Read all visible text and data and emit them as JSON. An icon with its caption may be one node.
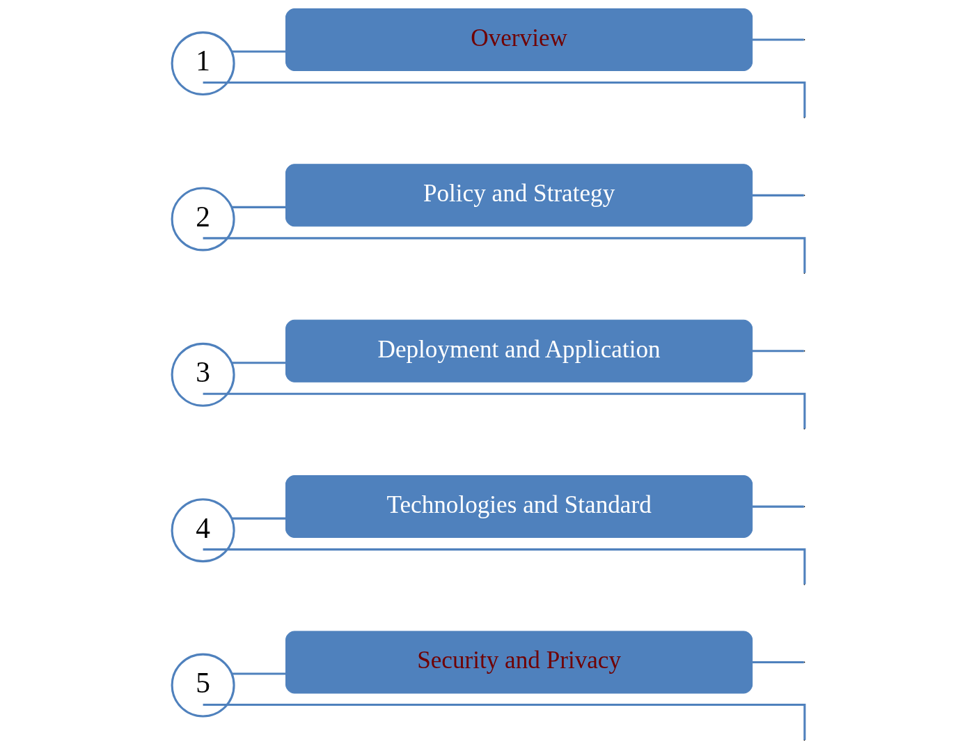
{
  "diagram": {
    "nodes": [
      {
        "text": [
          "1"
        ]
      },
      {
        "text": [
          "Overview"
        ]
      },
      {
        "text": [
          "2"
        ]
      },
      {
        "text": [
          "Policy and Strategy"
        ]
      },
      {
        "text": [
          "3"
        ]
      },
      {
        "text": [
          "Deployment and Application"
        ]
      },
      {
        "text": [
          "4"
        ]
      },
      {
        "text": [
          "Technologies and Standard"
        ]
      },
      {
        "text": [
          "5"
        ]
      },
      {
        "text": [
          "Security and Privacy"
        ]
      }
    ],
    "edges": [
      {
        "from": 0,
        "to": 1,
        "arrow": "none"
      },
      {
        "from": 1,
        "to": null,
        "arrow": "none"
      },
      {
        "from": 0,
        "to": null,
        "arrow": "none"
      },
      {
        "from": 2,
        "to": 3,
        "arrow": "none"
      },
      {
        "from": 3,
        "to": null,
        "arrow": "none"
      },
      {
        "from": 2,
        "to": null,
        "arrow": "none"
      },
      {
        "from": 4,
        "to": 5,
        "arrow": "none"
      },
      {
        "from": 5,
        "to": null,
        "arrow": "none"
      },
      {
        "from": 4,
        "to": null,
        "arrow": "none"
      },
      {
        "from": 6,
        "to": 7,
        "arrow": "none"
      },
      {
        "from": 7,
        "to": null,
        "arrow": "none"
      },
      {
        "from": 6,
        "to": null,
        "arrow": "none"
      },
      {
        "from": 8,
        "to": 9,
        "arrow": "none"
      },
      {
        "from": 9,
        "to": null,
        "arrow": "none"
      },
      {
        "from": 8,
        "to": null,
        "arrow": "none"
      }
    ]
  }
}
